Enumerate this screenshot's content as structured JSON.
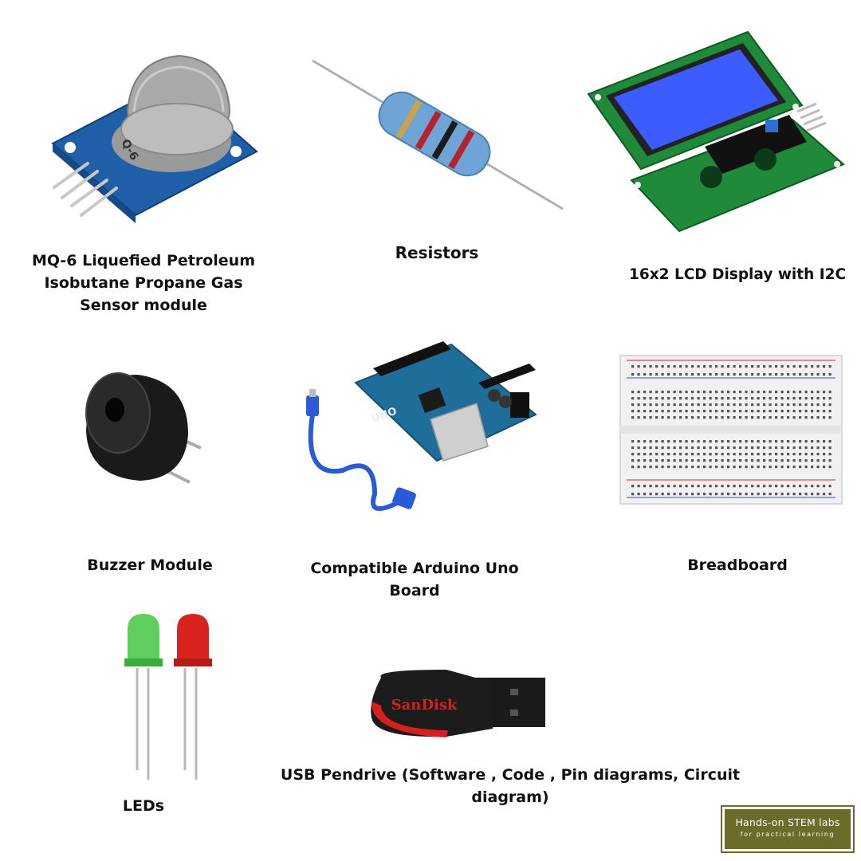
{
  "items": {
    "gas_sensor": {
      "line1": "MQ-6 Liquefied Petroleum",
      "line2": "Isobutane Propane Gas",
      "line3": "Sensor module",
      "marking": "Q-6"
    },
    "resistors": {
      "label": "Resistors"
    },
    "lcd": {
      "label": "16x2 LCD Display with I2C"
    },
    "buzzer": {
      "label": "Buzzer Module"
    },
    "arduino": {
      "line1": "Compatible Arduino Uno",
      "line2": "Board",
      "marking": "UNO"
    },
    "breadboard": {
      "label": "Breadboard"
    },
    "leds": {
      "label": "LEDs"
    },
    "pendrive": {
      "label": "USB Pendrive (Software , Code , Pin diagrams, Circuit diagram)",
      "brand": "SanDisk"
    }
  },
  "logo": {
    "title": "Hands-on STEM labs",
    "subtitle": "for practical learning"
  },
  "colors": {
    "pcb_blue": "#1f5fa8",
    "lcd_green": "#1e8a3a",
    "lcd_screen": "#3d5cff",
    "led_green": "#4cc94a",
    "led_red": "#d8231f",
    "sandisk_red": "#d6201f",
    "logo_olive": "#6b6b2a"
  }
}
